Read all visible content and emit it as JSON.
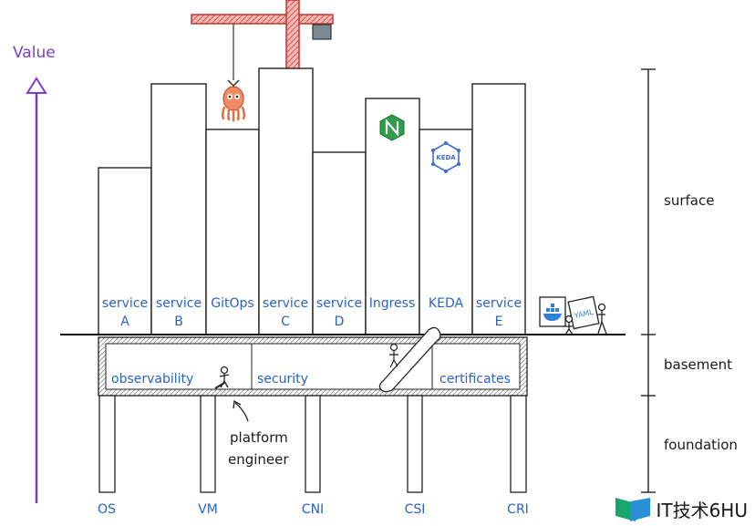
{
  "axis": {
    "label": "Value",
    "color": "#7a3ec9"
  },
  "services": [
    {
      "line1": "service",
      "line2": "A"
    },
    {
      "line1": "service",
      "line2": "B"
    },
    {
      "line1": "GitOps",
      "line2": ""
    },
    {
      "line1": "service",
      "line2": "C"
    },
    {
      "line1": "service",
      "line2": "D"
    },
    {
      "line1": "Ingress",
      "line2": ""
    },
    {
      "line1": "KEDA",
      "line2": ""
    },
    {
      "line1": "service",
      "line2": "E"
    }
  ],
  "basement": {
    "items": [
      "observability",
      "security",
      "certificates"
    ]
  },
  "pillars": [
    "OS",
    "VM",
    "CNI",
    "CSI",
    "CRI"
  ],
  "annotation": {
    "line1": "platform",
    "line2": "engineer"
  },
  "layers": {
    "surface": "surface",
    "basement": "basement",
    "foundation": "foundation"
  },
  "icons": {
    "keda_badge": "KEDA",
    "yaml_badge": "YAML"
  },
  "watermark": "IT技术6HU",
  "colors": {
    "text_blue": "#2a62c4",
    "crane_red": "#d9534f",
    "nginx_green": "#2e9e48",
    "keda_blue": "#3a6fd0",
    "docker_blue": "#2f7fd3"
  }
}
